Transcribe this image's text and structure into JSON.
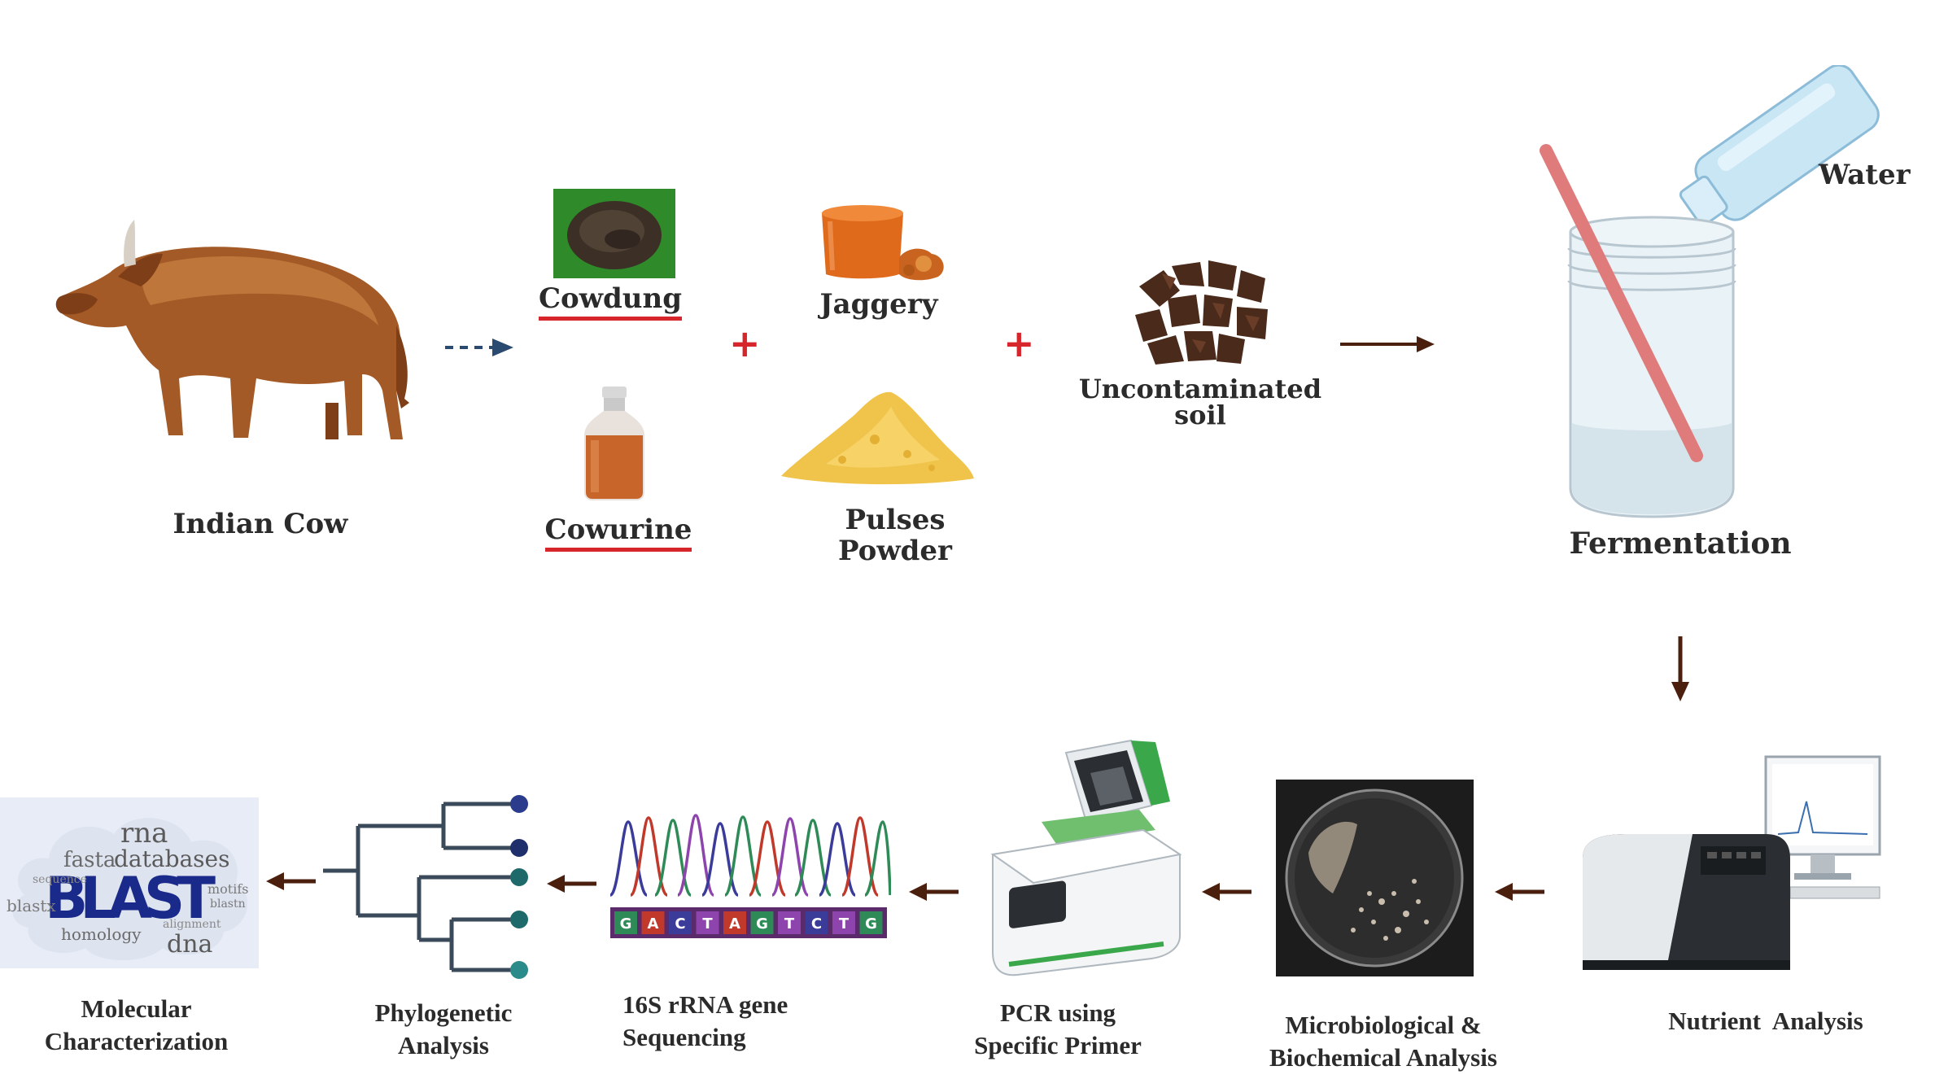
{
  "labels": {
    "indian_cow": "Indian Cow",
    "cowdung": "Cowdung",
    "cowurine": "Cowurine",
    "jaggery": "Jaggery",
    "pulses_powder_line1": "Pulses",
    "pulses_powder_line2": "Powder",
    "soil_line1": "Uncontaminated",
    "soil_line2": "soil",
    "water": "Water",
    "fermentation": "Fermentation",
    "nutrient_analysis": "Nutrient  Analysis",
    "micro_line1": "Microbiological &",
    "micro_line2": "Biochemical Analysis",
    "pcr_line1": "PCR using",
    "pcr_line2": "Specific Primer",
    "seq_line1": "16S rRNA gene",
    "seq_line2": "Sequencing",
    "phylo_line1": "Phylogenetic",
    "phylo_line2": "Analysis",
    "mol_line1": "Molecular",
    "mol_line2": "Characterization"
  },
  "symbols": {
    "plus_1": "+",
    "plus_2": "+"
  },
  "sequence_letters": [
    "G",
    "A",
    "C",
    "T",
    "A",
    "G",
    "T",
    "C",
    "T",
    "G"
  ],
  "blast_cloud": {
    "main": "BLAST",
    "words": [
      "rna",
      "fasta",
      "databases",
      "blastx",
      "homology",
      "dna",
      "motifs",
      "blastn",
      "alignment",
      "sequence"
    ]
  },
  "colors": {
    "accent_red": "#d6262b",
    "arrow_brown": "#4a1f0d",
    "dashed_arrow_blue": "#2b4a6f",
    "tree_navy": "#1f2f6b",
    "tree_teal": "#1e6a6a",
    "label_text": "#2b2b2b"
  }
}
